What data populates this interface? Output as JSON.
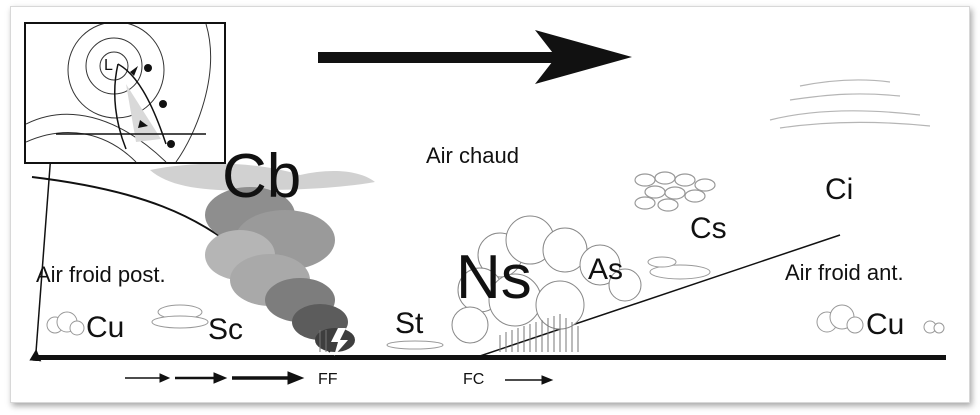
{
  "diagram": {
    "labels": {
      "cb": "Cb",
      "ns": "Ns",
      "air_chaud": "Air chaud",
      "ci": "Ci",
      "cs": "Cs",
      "as": "As",
      "st": "St",
      "sc": "Sc",
      "cu_left": "Cu",
      "cu_right": "Cu",
      "air_froid_post": "Air froid post.",
      "air_froid_ant": "Air froid ant.",
      "ff": "FF",
      "fc": "FC"
    },
    "inset": {
      "low_label": "L"
    },
    "colors": {
      "ink": "#111111",
      "cloud_dark": "#6a6a6a",
      "cloud_mid": "#9a9a9a",
      "cloud_light": "#c9c9c9",
      "frame_border": "#d8d8d8"
    }
  }
}
